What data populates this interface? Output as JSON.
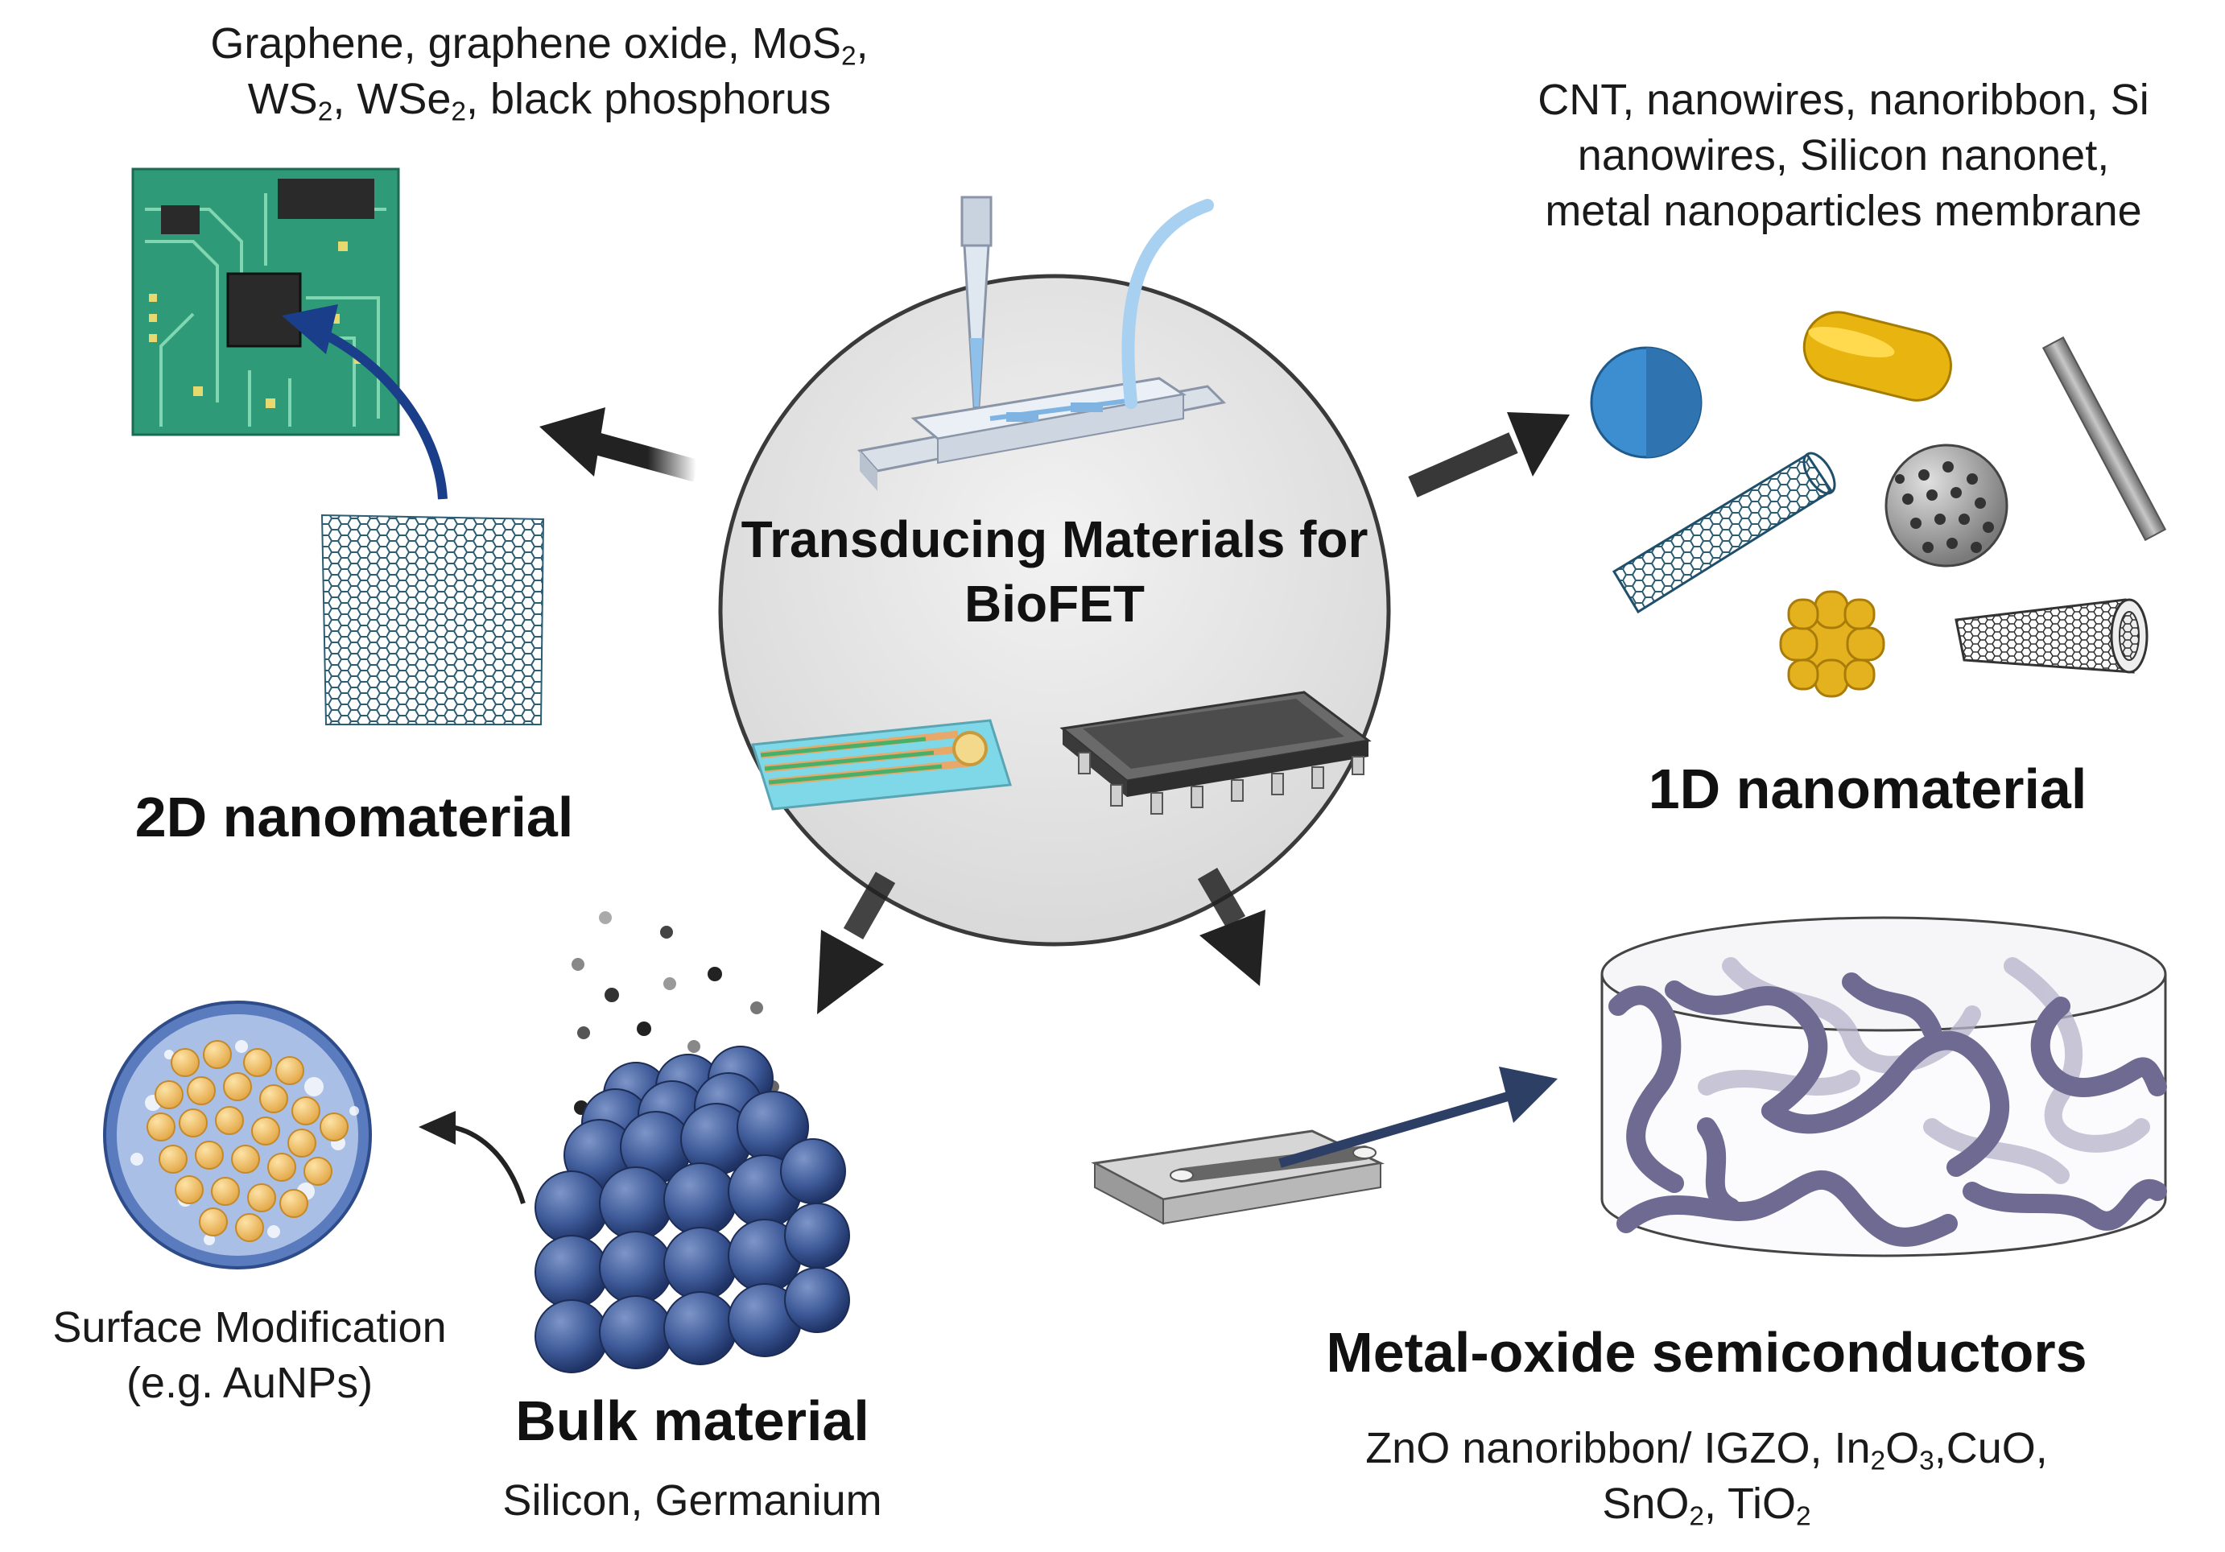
{
  "center": {
    "title_line1": "Transducing Materials for",
    "title_line2": "BioFET"
  },
  "two_d": {
    "heading": "2D nanomaterial",
    "desc_line1": "Graphene, graphene oxide, MoS",
    "desc_sub1": "2",
    "desc_line1_end": ",",
    "desc_line2_a": "WS",
    "desc_line2_sub_a": "2",
    "desc_line2_b": ", WSe",
    "desc_line2_sub_b": "2",
    "desc_line2_c": ", black phosphorus"
  },
  "one_d": {
    "heading": "1D nanomaterial",
    "desc_line1": "CNT, nanowires, nanoribbon, Si",
    "desc_line2": "nanowires, Silicon nanonet,",
    "desc_line3": "metal nanoparticles membrane"
  },
  "bulk": {
    "heading": "Bulk material",
    "desc": "Silicon, Germanium",
    "surface_line1": "Surface Modification",
    "surface_line2": "(e.g. AuNPs)"
  },
  "metal_oxide": {
    "heading": "Metal-oxide semiconductors",
    "line1_a": "ZnO nanoribbon/ IGZO, In",
    "line1_sub_a": "2",
    "line1_b": "O",
    "line1_sub_b": "3",
    "line1_c": ",CuO,",
    "line2_a": "SnO",
    "line2_sub_a": "2",
    "line2_b": ", TiO",
    "line2_sub_b": "2"
  },
  "colors": {
    "circle_fill": "#e6e6e6",
    "arrow": "#222222",
    "pcb": "#2e9a78",
    "atom": "#3e5a98",
    "gold": "#f0c06a",
    "tube": "#1f4f6b",
    "polymer": "#6e6a92"
  }
}
